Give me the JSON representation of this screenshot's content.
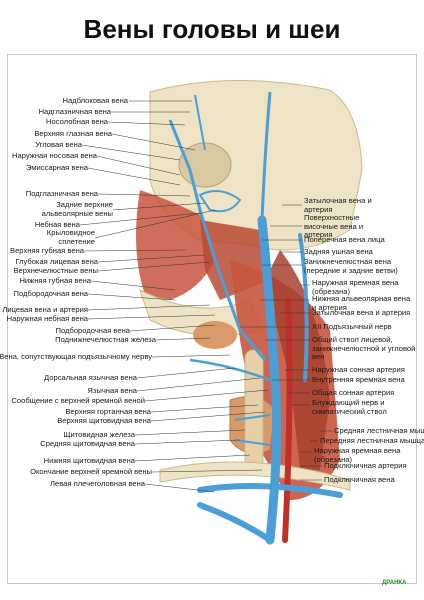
{
  "title": "Вены головы и шеи",
  "brand": "ДРАНКА",
  "labels_left": [
    "Надблоковая вена",
    "Надглазничная вена",
    "Носолобная вена",
    "Верхняя глазная вена",
    "Угловая вена",
    "Наружная носовая вена",
    "Эмиссарная вена",
    "Подглазничная вена",
    "Задние верхние альвеолярные вены",
    "Небная вена",
    "Крыловидное сплетение",
    "Верхняя губная вена",
    "Глубокая лицевая вена",
    "Верхнечелюстные вены",
    "Нижняя губная вена",
    "Подбородочная вена",
    "Лицевая вена и артерия",
    "Наружная небная вена",
    "Подбородочная вена",
    "Поднижнечелюстная железа",
    "Вена, сопутствующая подъязычному нерву",
    "Дорсальная язычная вена",
    "Язычная вена",
    "Сообщение с верхней яремной веной",
    "Верхняя гортанная вена",
    "Верхняя щитовидная вена",
    "Щитовидная железа",
    "Средняя щитовидная вена",
    "Нижняя щитовидная вена",
    "Окончание верхней яремной вены",
    "Левая плечеголовная вена"
  ],
  "labels_right": [
    "Затылочная вена и артерия",
    "Поверхностные височные вена и артерия",
    "Поперечная вена лица",
    "Задняя ушная вена",
    "Занижнечелюстная вена (передние и задние ветви)",
    "Наружная яремная вена (обрезана)",
    "Нижняя альвеолярная вена и артерия",
    "Затылочная вена и артерия",
    "XII Подъязычный нерв",
    "Общий ствол лицевой, занижнечелюстной и угловой вен",
    "Наружная сонная артерия",
    "Внутренняя яремная вена",
    "Общая сонная артерия",
    "Блуждающий нерв и симпатический ствол",
    "Средняя лестничная мышца",
    "Передняя лестничная мышца",
    "Наружная яремная вена (обрезана)",
    "Подключичная артерия",
    "Подключичная вена"
  ],
  "colors": {
    "vein": "#4a9fd8",
    "muscle": "#c8553e",
    "bone": "#eee3c4",
    "gland": "#d99a6a"
  }
}
